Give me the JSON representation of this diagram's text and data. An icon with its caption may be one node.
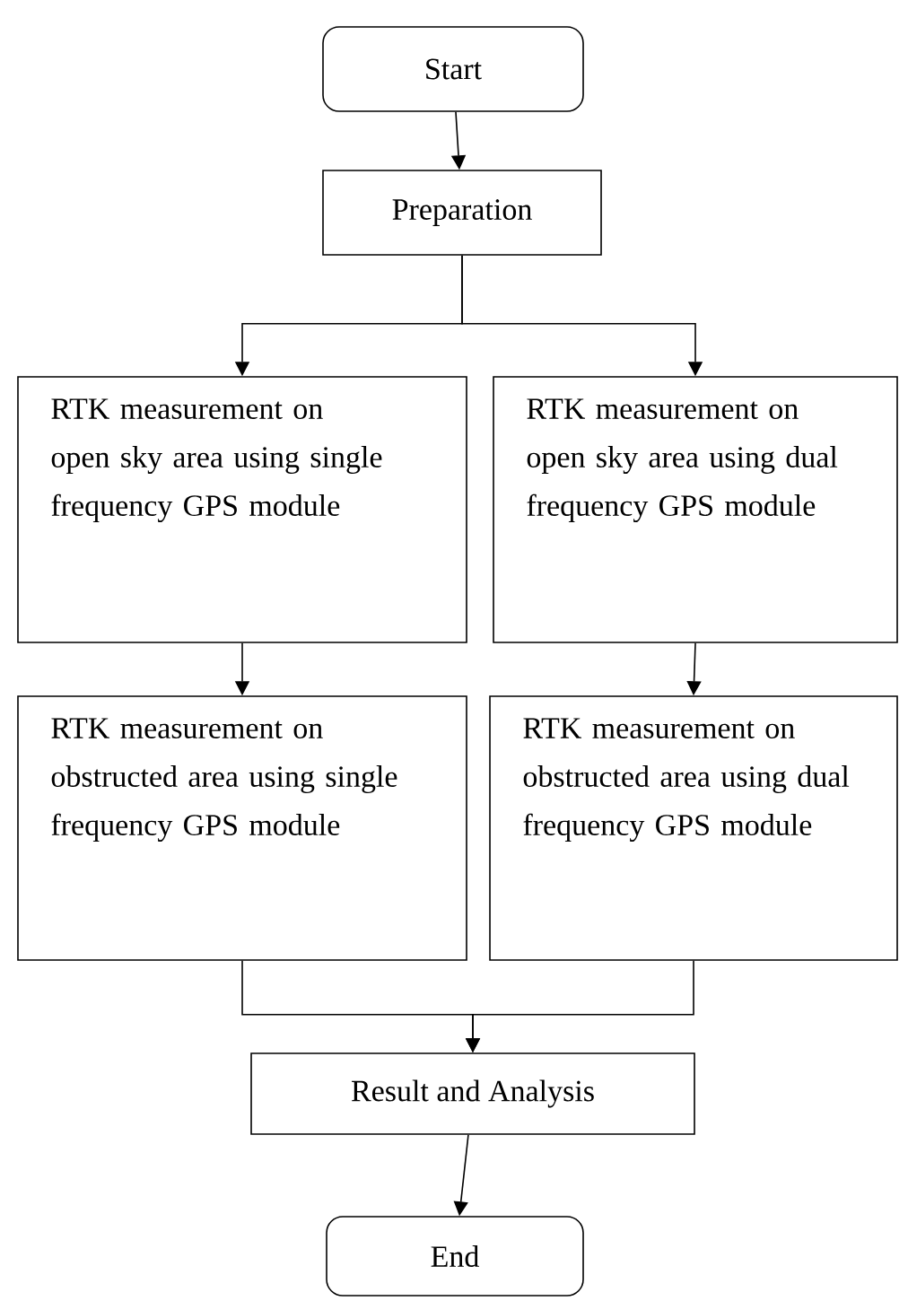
{
  "diagram": {
    "nodes": [
      {
        "text": [
          "Start"
        ]
      },
      {
        "text": [
          "Preparation"
        ]
      },
      {
        "text": [
          "RTK measurement on open sky area using single frequency GPS module"
        ]
      },
      {
        "text": [
          "RTK measurement on open sky area using dual frequency GPS module"
        ]
      },
      {
        "text": [
          "RTK measurement on obstructed area using single frequency GPS module"
        ]
      },
      {
        "text": [
          "RTK measurement on obstructed area using dual frequency GPS module"
        ]
      },
      {
        "text": [
          "Result and Analysis"
        ]
      },
      {
        "text": [
          "End"
        ]
      }
    ],
    "edges": [
      {
        "from": 0,
        "to": 1,
        "arrow": "to"
      },
      {
        "from": 1,
        "to": 2,
        "arrow": "to"
      },
      {
        "from": 1,
        "to": 3,
        "arrow": "to"
      },
      {
        "from": 2,
        "to": 4,
        "arrow": "to"
      },
      {
        "from": 3,
        "to": 5,
        "arrow": "to"
      },
      {
        "from": 4,
        "to": 6,
        "arrow": "to"
      },
      {
        "from": 5,
        "to": 6,
        "arrow": "to"
      },
      {
        "from": 6,
        "to": 7,
        "arrow": "to"
      }
    ]
  }
}
